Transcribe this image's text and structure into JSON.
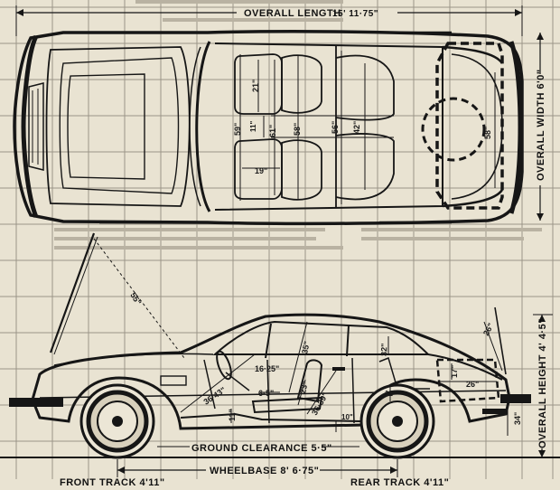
{
  "titles": {
    "overall_length": "OVERALL LENGTH",
    "overall_length_value": "15' 11·75\"",
    "overall_width": "OVERALL WIDTH 6'0\"",
    "overall_height": "OVERALL HEIGHT 4' 4·5\"",
    "ground_clearance": "GROUND CLEARANCE 5·5\"",
    "wheelbase": "WHEELBASE 8' 6·75\"",
    "front_track": "FRONT TRACK 4'11\"",
    "rear_track": "REAR TRACK 4'11\""
  },
  "plan_dims": {
    "d21": "21\"",
    "d11": "11\"",
    "d61": "61\"",
    "d59": "59\"",
    "d58a": "58\"",
    "d56": "56\"",
    "d42": "42\"",
    "d19": "19\"",
    "d58b": "58\""
  },
  "side_dims": {
    "d55": "55\"",
    "d35": "35\"",
    "d32": "32\"",
    "d26a": "26\"",
    "d1625": "16·25\"",
    "d65": "6·5\"",
    "d3643": "36·43\"",
    "d23": "23\"",
    "d3639": "36·39\"",
    "d11": "11\"",
    "d10": "10\"",
    "d12": "12\"",
    "d17": "17\"",
    "d26b": "26\"",
    "d34": "34\""
  },
  "colors": {
    "paper": "#e9e3d2",
    "ink": "#161616",
    "grid": "#9b9588"
  }
}
